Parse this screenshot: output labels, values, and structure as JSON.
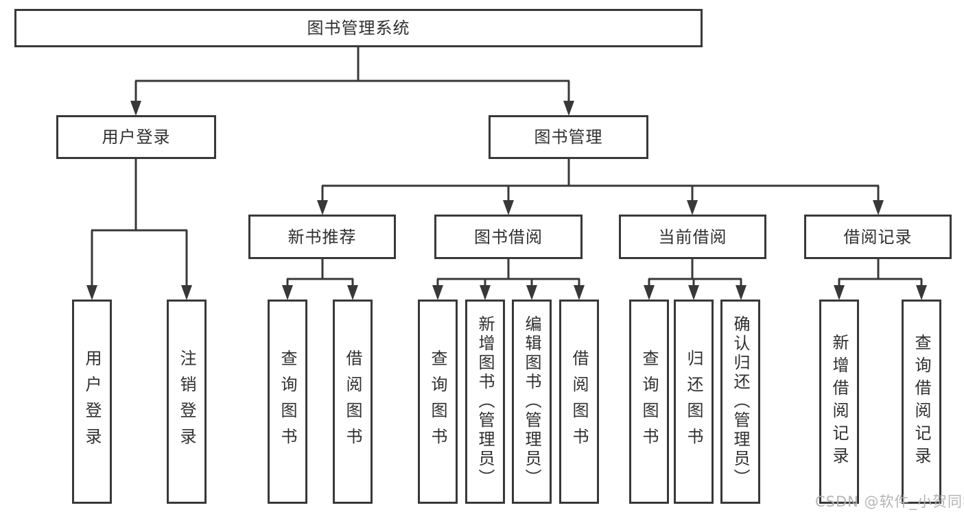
{
  "root": {
    "label": "图书管理系统"
  },
  "branches": [
    {
      "label": "用户登录",
      "children": [
        {
          "label": "用户登录"
        },
        {
          "label": "注销登录"
        }
      ]
    },
    {
      "label": "图书管理",
      "sections": [
        {
          "label": "新书推荐",
          "children": [
            {
              "label": "查询图书"
            },
            {
              "label": "借阅图书"
            }
          ]
        },
        {
          "label": "图书借阅",
          "children": [
            {
              "label": "查询图书"
            },
            {
              "label": "新增图书（管理员）"
            },
            {
              "label": "编辑图书（管理员）"
            },
            {
              "label": "借阅图书"
            }
          ]
        },
        {
          "label": "当前借阅",
          "children": [
            {
              "label": "查询图书"
            },
            {
              "label": "归还图书"
            },
            {
              "label": "确认归还（管理员）"
            }
          ]
        },
        {
          "label": "借阅记录",
          "children": [
            {
              "label": "新增借阅记录"
            },
            {
              "label": "查询借阅记录"
            }
          ]
        }
      ]
    }
  ],
  "watermark": {
    "text": "CSDN @软件_小贺同学"
  },
  "colors": {
    "line": "#383838",
    "text": "#2f2f2f",
    "watermark": "#afb1b4",
    "background": "#ffffff"
  }
}
